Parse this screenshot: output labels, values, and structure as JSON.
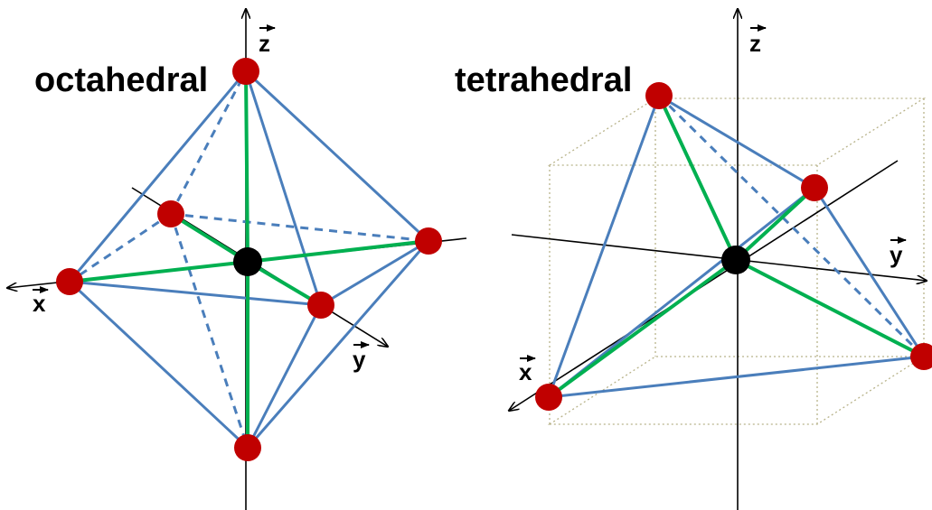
{
  "octahedral": {
    "title": "octahedral",
    "axis_labels": {
      "x": "x",
      "y": "y",
      "z": "z"
    }
  },
  "tetrahedral": {
    "title": "tetrahedral",
    "axis_labels": {
      "x": "x",
      "y": "y",
      "z": "z"
    }
  },
  "colors": {
    "ligand": "#c00000",
    "metal_center": "#000000",
    "bond": "#00b050",
    "edge": "#4a7ebb",
    "cube_guide": "#b8b38a"
  }
}
